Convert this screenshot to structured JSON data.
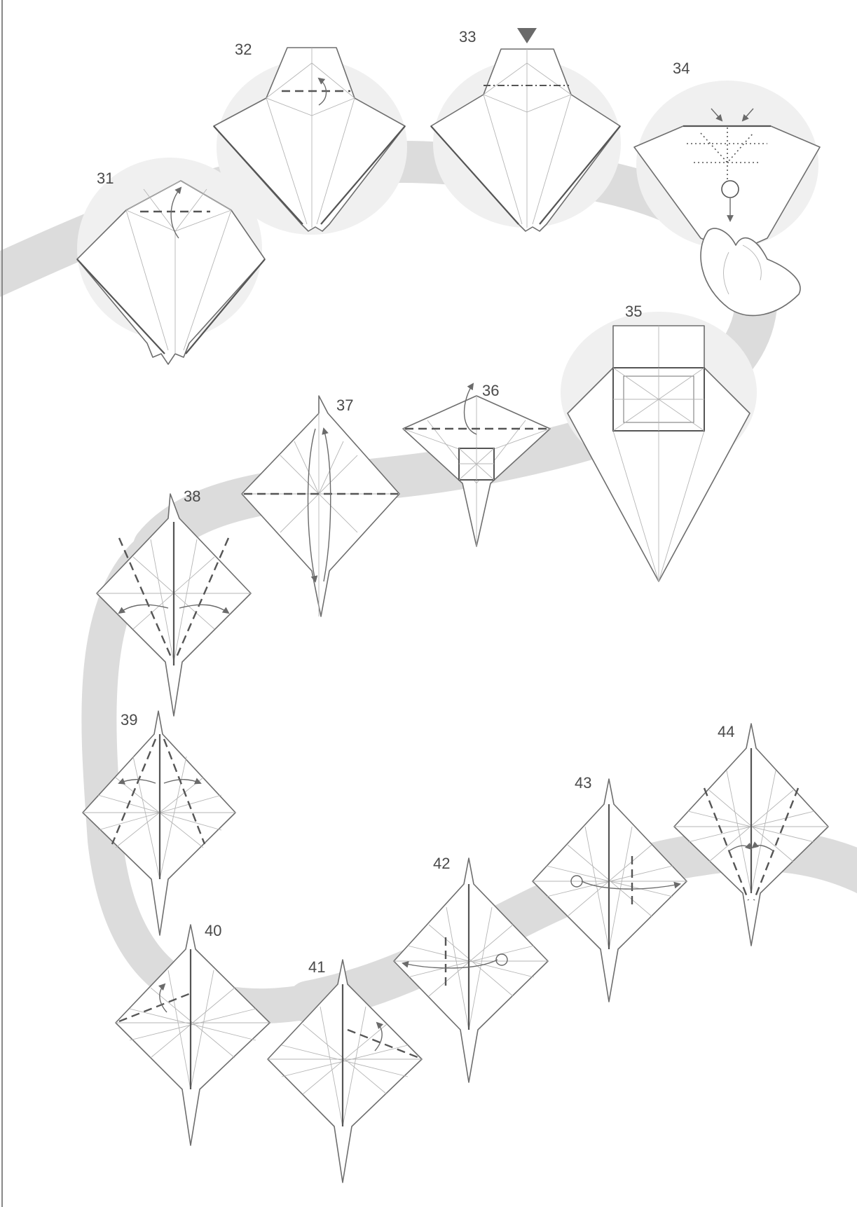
{
  "page": {
    "steps": [
      {
        "number": "31"
      },
      {
        "number": "32"
      },
      {
        "number": "33"
      },
      {
        "number": "34"
      },
      {
        "number": "35"
      },
      {
        "number": "36"
      },
      {
        "number": "37"
      },
      {
        "number": "38"
      },
      {
        "number": "39"
      },
      {
        "number": "40"
      },
      {
        "number": "41"
      },
      {
        "number": "42"
      },
      {
        "number": "43"
      },
      {
        "number": "44"
      }
    ]
  },
  "colors": {
    "ribbon": "#dcdcdc",
    "line": "#555555",
    "crease": "#b5b5b5",
    "bubble": "#f0f0f0"
  }
}
